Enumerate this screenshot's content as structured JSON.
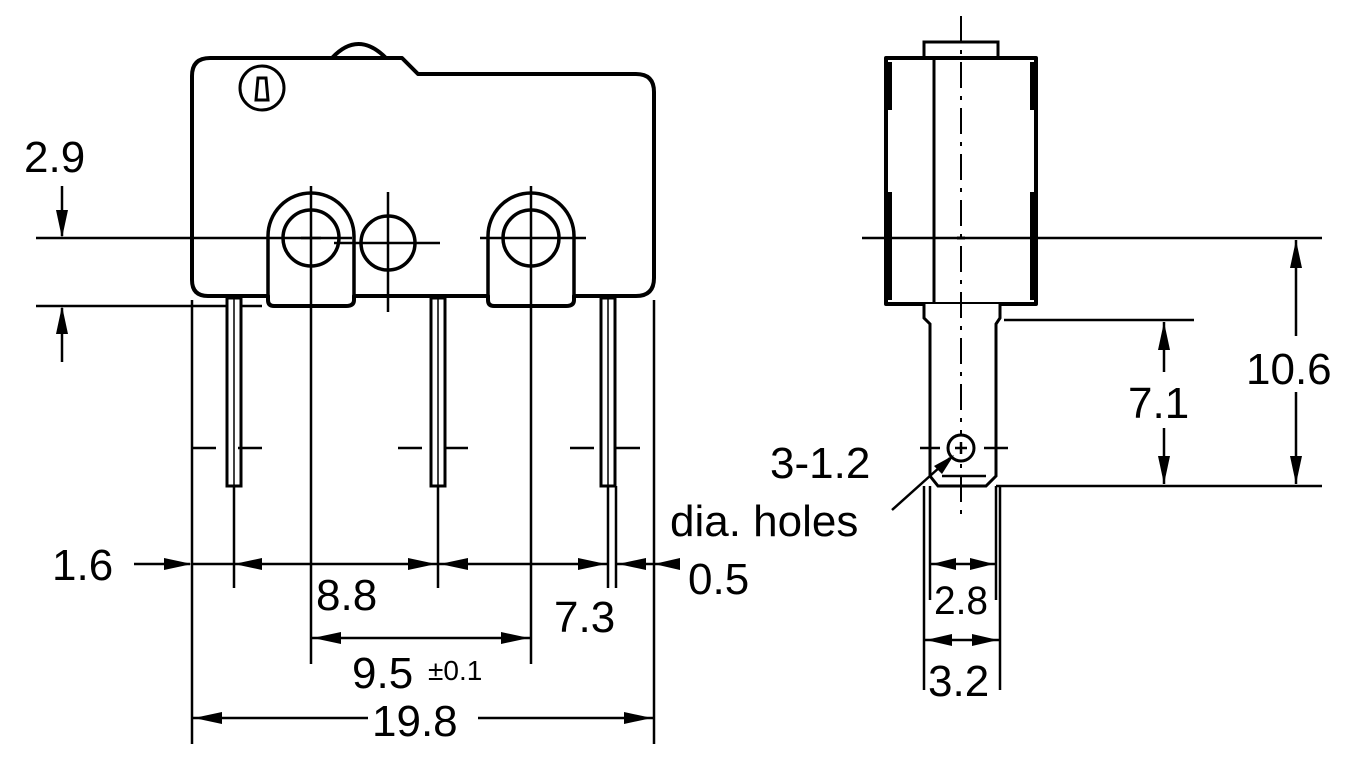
{
  "front_view": {
    "dim_pin_offset": "2.9",
    "dim_left_margin": "1.6",
    "dim_pin_pitch_left": "8.8",
    "dim_pin_pitch_right": "7.3",
    "dim_right_margin": "0.5",
    "dim_hole_pitch": "9.5",
    "dim_hole_pitch_tol": "±0.1",
    "dim_overall_width": "19.8"
  },
  "side_view": {
    "dim_height": "10.6",
    "dim_terminal_length": "7.1",
    "hole_callout_line1": "3-1.2",
    "hole_callout_line2": "dia. holes",
    "dim_terminal_inner": "2.8",
    "dim_terminal_outer": "3.2"
  },
  "colors": {
    "line": "#000000",
    "background": "#ffffff"
  }
}
